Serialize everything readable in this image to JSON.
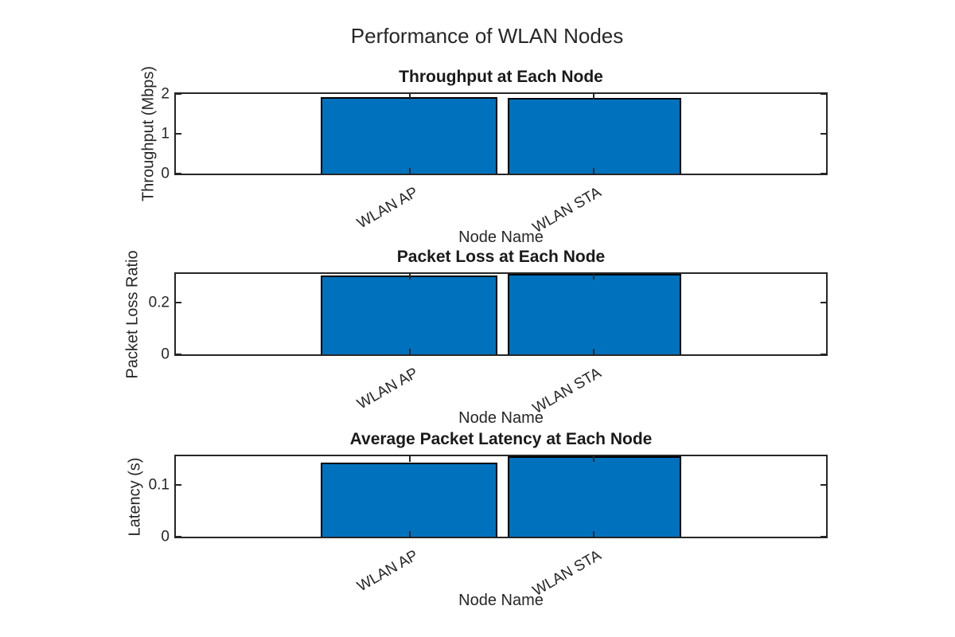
{
  "figure": {
    "title": "Performance of WLAN Nodes"
  },
  "colors": {
    "bar_fill": "#0072BD",
    "bar_edge": "#000000",
    "axis": "#262626"
  },
  "chart_data": [
    {
      "type": "bar",
      "title": "Throughput at Each Node",
      "xlabel": "Node Name",
      "ylabel": "Throughput (Mbps)",
      "categories": [
        "WLAN AP",
        "WLAN STA"
      ],
      "values": [
        1.93,
        1.9
      ],
      "ylim": [
        0,
        2
      ],
      "yticks": [
        0,
        1,
        2
      ],
      "ytick_labels": [
        "0",
        "1",
        "2"
      ],
      "grid": "off",
      "legend": "none"
    },
    {
      "type": "bar",
      "title": "Packet Loss at Each Node",
      "xlabel": "Node Name",
      "ylabel": "Packet Loss Ratio",
      "categories": [
        "WLAN AP",
        "WLAN STA"
      ],
      "values": [
        0.306,
        0.312
      ],
      "ylim": [
        0,
        0.312
      ],
      "yticks": [
        0,
        0.2
      ],
      "ytick_labels": [
        "0",
        "0.2"
      ],
      "grid": "off",
      "legend": "none"
    },
    {
      "type": "bar",
      "title": "Average Packet Latency at Each Node",
      "xlabel": "Node Name",
      "ylabel": "Latency (s)",
      "categories": [
        "WLAN AP",
        "WLAN STA"
      ],
      "values": [
        0.142,
        0.155
      ],
      "ylim": [
        0,
        0.155
      ],
      "yticks": [
        0,
        0.1
      ],
      "ytick_labels": [
        "0",
        "0.1"
      ],
      "grid": "off",
      "legend": "none"
    }
  ]
}
